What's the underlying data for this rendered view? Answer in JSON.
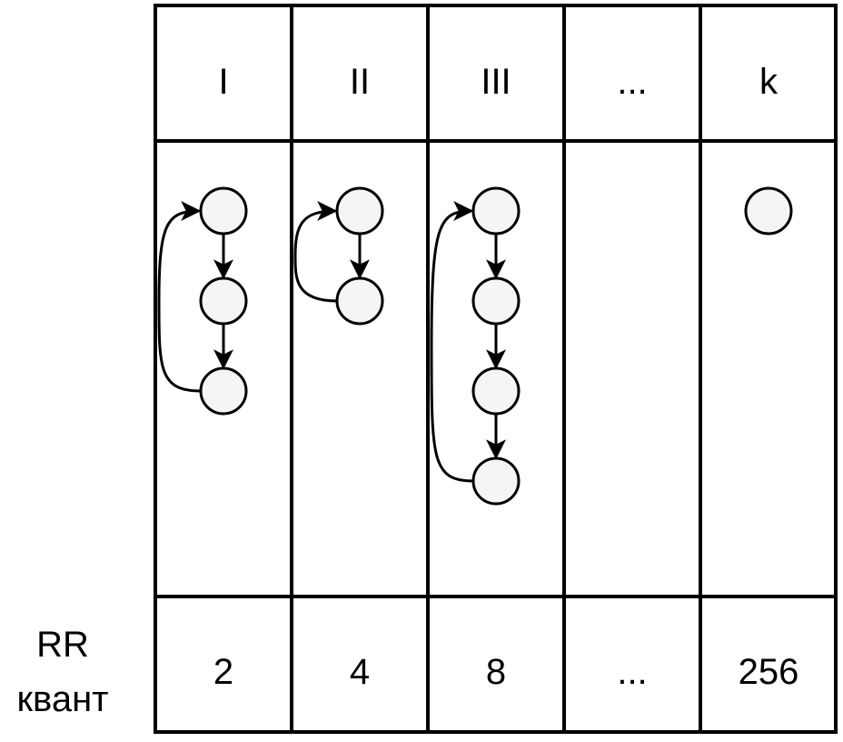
{
  "levels": [
    {
      "header": "I",
      "quantum": "2",
      "nodes": 3
    },
    {
      "header": "II",
      "quantum": "4",
      "nodes": 2
    },
    {
      "header": "III",
      "quantum": "8",
      "nodes": 4
    },
    {
      "header": "...",
      "quantum": "...",
      "nodes": 0
    },
    {
      "header": "k",
      "quantum": "256",
      "nodes": 1
    }
  ],
  "row_label": {
    "line1": "RR",
    "line2": "квант"
  },
  "colors": {
    "node_fill": "#f5f5f5",
    "stroke": "#000000"
  }
}
